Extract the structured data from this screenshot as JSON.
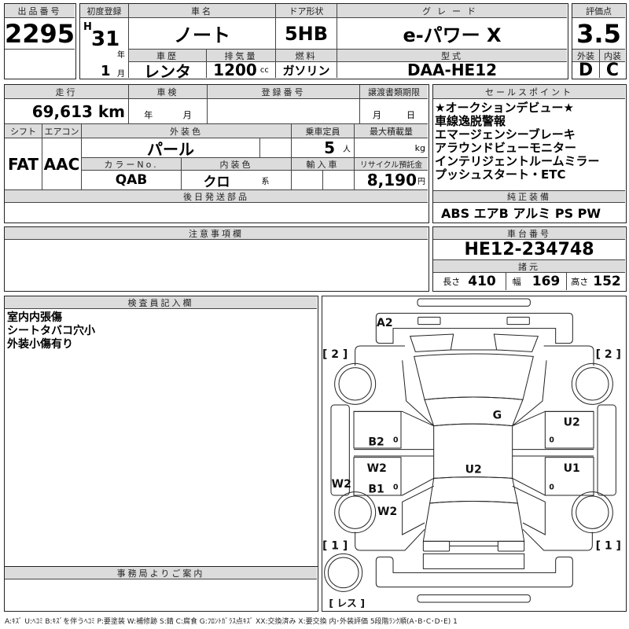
{
  "listing": {
    "label": "出品番号",
    "value": "2295"
  },
  "first_reg": {
    "label": "初度登録",
    "era": "H",
    "year": "31",
    "year_unit": "年",
    "month": "1",
    "month_unit": "月"
  },
  "car_name": {
    "label": "車名",
    "value": "ノート"
  },
  "door": {
    "label": "ドア形状",
    "value": "5HB"
  },
  "grade": {
    "label": "グレード",
    "value": "e-パワー X"
  },
  "history": {
    "label": "車歴",
    "value": "レンタ"
  },
  "displacement": {
    "label": "排気量",
    "value": "1200",
    "unit": "cc"
  },
  "fuel": {
    "label": "燃料",
    "value": "ガソリン"
  },
  "model": {
    "label": "型式",
    "value": "DAA-HE12"
  },
  "score": {
    "label": "評価点",
    "value": "3.5",
    "ext_label": "外装",
    "int_label": "内装",
    "ext": "D",
    "int": "C"
  },
  "mileage": {
    "label": "走行",
    "value": "69,613 km"
  },
  "inspection": {
    "label": "車検",
    "year_unit": "年",
    "month_unit": "月"
  },
  "reg_no": {
    "label": "登録番号"
  },
  "transfer": {
    "label": "譲渡書類期限",
    "month_unit": "月",
    "day_unit": "日"
  },
  "shift": {
    "label": "シフト",
    "value": "FAT"
  },
  "aircon": {
    "label": "エアコン",
    "value": "AAC"
  },
  "ext_color": {
    "label": "外装色",
    "value": "パール"
  },
  "capacity": {
    "label": "乗車定員",
    "value": "5",
    "unit": "人"
  },
  "max_load": {
    "label": "最大積載量",
    "unit": "kg"
  },
  "color_no": {
    "label": "カラーNo.",
    "value": "QAB"
  },
  "int_color": {
    "label": "内装色",
    "value": "クロ",
    "unit": "系"
  },
  "import": {
    "label": "輸入車"
  },
  "recycle": {
    "label": "リサイクル預託金",
    "value": "8,190",
    "unit": "円"
  },
  "later_parts": {
    "label": "後日発送部品"
  },
  "sales_points": {
    "label": "セールスポイント",
    "items": [
      "★オークションデビュー★",
      "車線逸脱警報",
      "エマージェンシーブレーキ",
      "アラウンドビューモニター",
      "インテリジェントルームミラー",
      "プッシュスタート・ETC"
    ]
  },
  "equipment": {
    "label": "純正装備",
    "value": "ABS エアB アルミ PS PW"
  },
  "notes": {
    "label": "注意事項欄"
  },
  "chassis": {
    "label": "車台番号",
    "value": "HE12-234748"
  },
  "specs": {
    "label": "諸元",
    "length_label": "長さ",
    "length": "410",
    "width_label": "幅",
    "width": "169",
    "height_label": "高さ",
    "height": "152"
  },
  "inspector": {
    "label": "検査員記入欄",
    "lines": [
      "室内内張傷",
      "シートタバコ穴小",
      "外装小傷有り"
    ]
  },
  "office": {
    "label": "事務局よりご案内"
  },
  "diagram": {
    "a2": "A2",
    "front_left": "[ 2 ]",
    "front_right": "[ 2 ]",
    "rear_left": "[ 1 ]",
    "rear_right": "[ 1 ]",
    "spare": "[ レス ]",
    "g": "G",
    "u2_right": "U2",
    "u2_roof": "U2",
    "u1": "U1",
    "b2": "B2",
    "w2_door": "W2",
    "b1": "B1",
    "w2_sill": "W2",
    "w2_rear": "W2",
    "zero": "0"
  },
  "legend": "A:ｷｽﾞ U:ﾍｺﾐ B:ｷｽﾞを伴うﾍｺﾐ P:要塗装 W:補修跡 S:錆 C:腐食 G:ﾌﾛﾝﾄｶﾞﾗｽ点ｷｽﾞ XX:交換済み X:要交換 内･外装評価 5段階ﾗﾝｸ順(A･B･C･D･E) 1"
}
